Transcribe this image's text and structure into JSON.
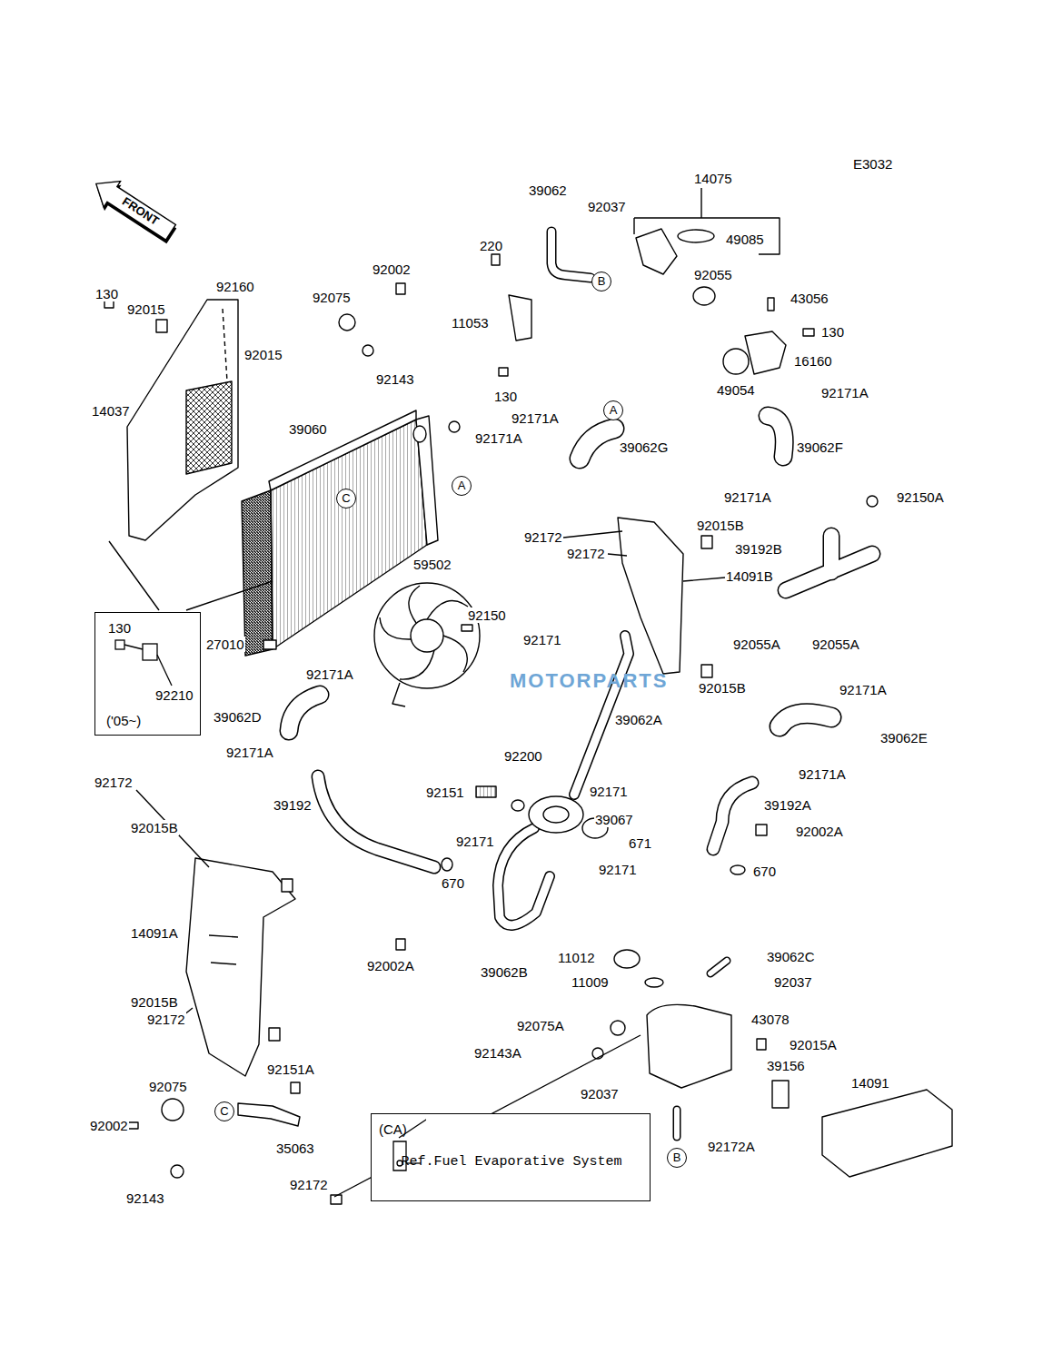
{
  "diagram": {
    "nodes": [
      {
        "text": [
          "130",
          "92210",
          "('05~)"
        ]
      },
      {
        "text": [
          "(CA)",
          "Ref.Fuel Evaporative System"
        ]
      },
      {
        "text": [
          "FRONT"
        ]
      },
      {
        "text": [
          "A"
        ]
      },
      {
        "text": [
          "A"
        ]
      },
      {
        "text": [
          "B"
        ]
      },
      {
        "text": [
          "B"
        ]
      },
      {
        "text": [
          "C"
        ]
      },
      {
        "text": [
          "C"
        ]
      }
    ],
    "labels": [
      "E3032",
      "39062",
      "92037",
      "14075",
      "49085",
      "220",
      "92055",
      "92002",
      "43056",
      "92160",
      "130",
      "92015",
      "92075",
      "11053",
      "130",
      "16160",
      "92143",
      "92015",
      "130",
      "49054",
      "92171A",
      "14037",
      "92171A",
      "92171A",
      "39060",
      "39062G",
      "39062F",
      "92171A",
      "92150A",
      "92172",
      "92015B",
      "39192B",
      "59502",
      "92172",
      "14091B",
      "92150",
      "92171",
      "27010",
      "92055A",
      "92055A",
      "92171A",
      "92015B",
      "92171A",
      "39062D",
      "39062A",
      "39062E",
      "92171A",
      "92200",
      "92171A",
      "92172",
      "92151",
      "92171",
      "39192",
      "39192A",
      "39067",
      "92015B",
      "92002A",
      "92171",
      "671",
      "92171",
      "670",
      "670",
      "14091A",
      "11012",
      "39062C",
      "92002A",
      "39062B",
      "11009",
      "92037",
      "92015B",
      "92172",
      "43078",
      "92075A",
      "92015A",
      "92143A",
      "39156",
      "92151A",
      "14091",
      "92075",
      "92037",
      "(39062)",
      "92002",
      "35063",
      "92172A",
      "92143",
      "92172",
      "MOTORPARTS"
    ]
  }
}
